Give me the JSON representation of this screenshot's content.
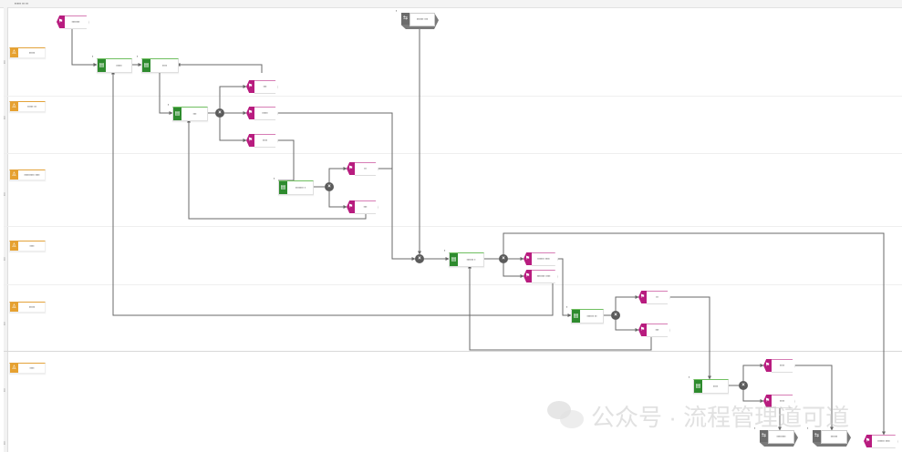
{
  "diagram": {
    "header_title": "▪▪▪▪▪ ▪▪ ▪▪",
    "lanes": [
      {
        "id": "▪▪▪",
        "role": "▪▪▪▪▪"
      },
      {
        "id": "▪▪▪",
        "role": "▪▪▪▪▪ ▪▪"
      },
      {
        "id": "▪▪▪",
        "role": "▪▪▪▪▪▪▪▪▪ ▪▪▪▪"
      },
      {
        "id": "▪▪▪",
        "role": "▪▪▪▪"
      },
      {
        "id": "▪▪▪",
        "role": "▪▪▪▪▪"
      },
      {
        "id": "▪▪▪",
        "role": "▪▪▪▪"
      }
    ],
    "events": [
      {
        "id": "e1",
        "label": "▪▪▪▪▪▪▪"
      },
      {
        "id": "e2",
        "label": "▪▪▪"
      },
      {
        "id": "e3",
        "label": "▪▪▪▪▪"
      },
      {
        "id": "e4",
        "label": "▪▪▪▪"
      },
      {
        "id": "e5",
        "label": "▪▪"
      },
      {
        "id": "e6",
        "label": "▪▪▪"
      },
      {
        "id": "e7",
        "label": "▪▪▪▪▪▪ ▪▪▪▪"
      },
      {
        "id": "e8",
        "label": "▪▪▪▪▪▪▪ ▪▪▪▪"
      },
      {
        "id": "e9",
        "label": "▪▪"
      },
      {
        "id": "e10",
        "label": "▪▪▪"
      },
      {
        "id": "e11",
        "label": "▪▪▪▪"
      },
      {
        "id": "e12",
        "label": "▪▪▪▪"
      },
      {
        "id": "e13",
        "label": "▪▪▪▪▪▪ ▪▪▪▪"
      }
    ],
    "tasks": [
      {
        "id": "t1",
        "num": "▪",
        "label": "▪▪▪▪▪"
      },
      {
        "id": "t2",
        "num": "▪",
        "label": "▪▪▪▪"
      },
      {
        "id": "t3",
        "num": "▪",
        "label": "▪▪▪"
      },
      {
        "id": "t4",
        "num": "▪",
        "label": "▪▪▪▪▪▪▪ ▪"
      },
      {
        "id": "t5",
        "num": "▪",
        "label": "▪▪▪▪▪▪ ▪"
      },
      {
        "id": "t6",
        "num": "▪",
        "label": "▪▪▪▪▪▪ ▪▪"
      },
      {
        "id": "t7",
        "num": "▪",
        "label": "▪▪▪▪"
      }
    ],
    "interfaces": [
      {
        "id": "i1",
        "num": "▪",
        "label": "▪▪▪▪▪▪ ▪▪▪"
      },
      {
        "id": "i2",
        "num": "▪",
        "label": "▪▪▪▪▪▪▪▪"
      },
      {
        "id": "i3",
        "num": "▪",
        "label": "▪▪▪▪▪▪"
      }
    ],
    "gateway_symbol": "×",
    "icons": {
      "role": "♙",
      "event": "⚑",
      "task": "▤",
      "interface": "⇆"
    },
    "colors": {
      "event": "#b81c7f",
      "task": "#2e8b2e",
      "role": "#e6a130",
      "gateway": "#5b5b5b",
      "interface": "#7a7a7a",
      "connector": "#666666"
    }
  },
  "watermark": {
    "text": "公众号 · 流程管理道可道"
  }
}
